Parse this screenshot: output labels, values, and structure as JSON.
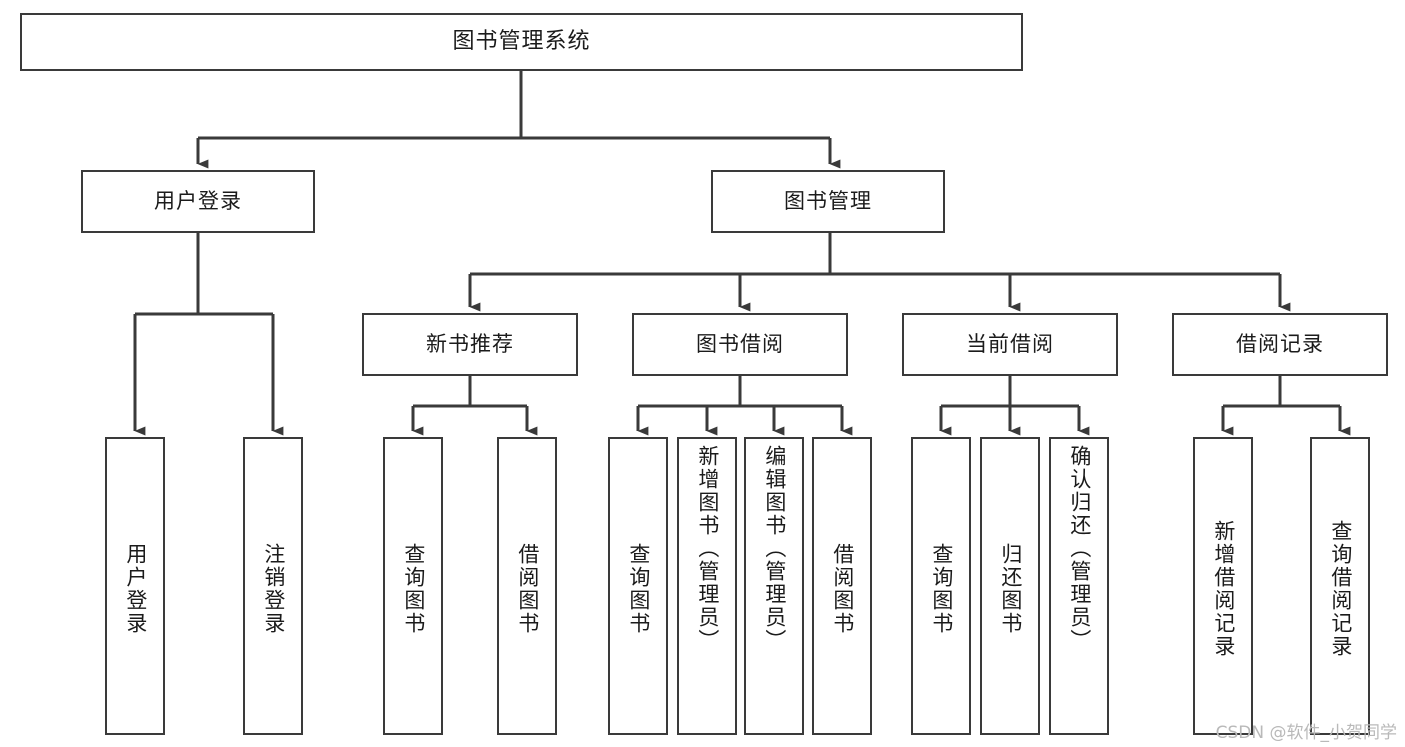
{
  "diagram": {
    "title": "图书管理系统",
    "type": "tree",
    "orientation": "top-down",
    "colors": {
      "box_border": "#3a3a3a",
      "box_fill": "#ffffff",
      "connector": "#3a3a3a",
      "text": "#1b1b1b",
      "watermark": "#b9b9b9",
      "background": "#ffffff"
    },
    "levels": {
      "root": {
        "label": "图书管理系统"
      },
      "level2": [
        {
          "label": "用户登录"
        },
        {
          "label": "图书管理"
        }
      ],
      "level3": [
        {
          "label": "新书推荐"
        },
        {
          "label": "图书借阅"
        },
        {
          "label": "当前借阅"
        },
        {
          "label": "借阅记录"
        }
      ],
      "leaves": {
        "user_login": [
          {
            "label": "用户登录",
            "orientation": "vertical"
          },
          {
            "label": "注销登录",
            "orientation": "vertical"
          }
        ],
        "new_book_recommend": [
          {
            "label": "查询图书",
            "orientation": "vertical"
          },
          {
            "label": "借阅图书",
            "orientation": "vertical"
          }
        ],
        "book_borrow": [
          {
            "label": "查询图书",
            "orientation": "vertical"
          },
          {
            "label": "新增图书（管理员）",
            "orientation": "vertical"
          },
          {
            "label": "编辑图书（管理员）",
            "orientation": "vertical"
          },
          {
            "label": "借阅图书",
            "orientation": "vertical"
          }
        ],
        "current_borrow": [
          {
            "label": "查询图书",
            "orientation": "vertical"
          },
          {
            "label": "归还图书",
            "orientation": "vertical"
          },
          {
            "label": "确认归还（管理员）",
            "orientation": "vertical"
          }
        ],
        "borrow_record": [
          {
            "label": "新增借阅记录",
            "orientation": "vertical"
          },
          {
            "label": "查询借阅记录",
            "orientation": "vertical"
          }
        ]
      }
    },
    "watermark": "CSDN @软件_小贺同学"
  }
}
